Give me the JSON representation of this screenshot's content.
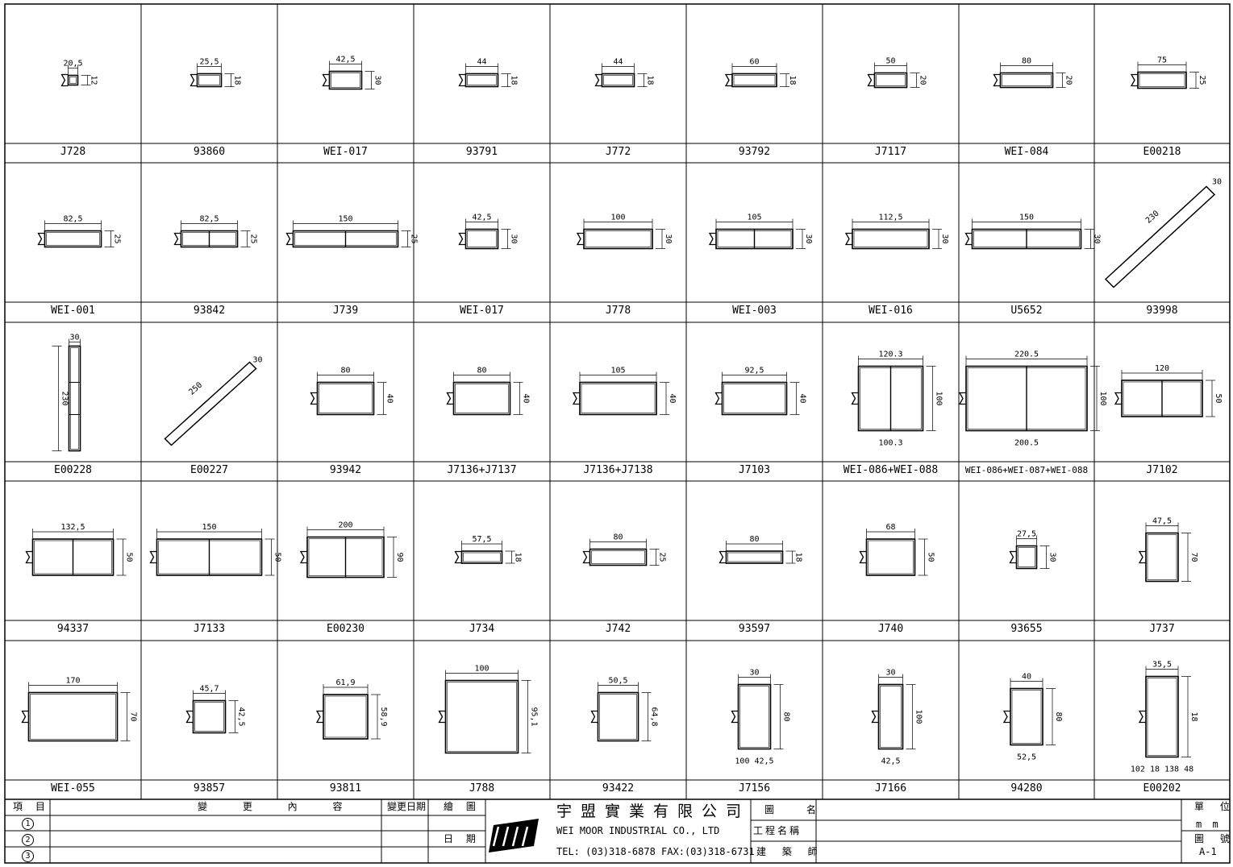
{
  "profiles": [
    [
      {
        "code": "J728",
        "dims": [
          "20,5",
          "12"
        ]
      },
      {
        "code": "93860",
        "dims": [
          "25,5",
          "18"
        ]
      },
      {
        "code": "WEI-017",
        "dims": [
          "42,5",
          "30"
        ]
      },
      {
        "code": "93791",
        "dims": [
          "44",
          "18"
        ]
      },
      {
        "code": "J772",
        "dims": [
          "44",
          "18"
        ]
      },
      {
        "code": "93792",
        "dims": [
          "60",
          "18"
        ]
      },
      {
        "code": "J7117",
        "dims": [
          "50",
          "20"
        ]
      },
      {
        "code": "WEI-084",
        "dims": [
          "80",
          "20"
        ]
      },
      {
        "code": "E00218",
        "dims": [
          "75",
          "25"
        ]
      }
    ],
    [
      {
        "code": "WEI-001",
        "dims": [
          "82,5",
          "25"
        ]
      },
      {
        "code": "93842",
        "dims": [
          "82,5",
          "25"
        ]
      },
      {
        "code": "J739",
        "dims": [
          "150",
          "25"
        ]
      },
      {
        "code": "WEI-017",
        "dims": [
          "42,5",
          "30"
        ]
      },
      {
        "code": "J778",
        "dims": [
          "100",
          "30"
        ]
      },
      {
        "code": "WEI-003",
        "dims": [
          "105",
          "30"
        ]
      },
      {
        "code": "WEI-016",
        "dims": [
          "112,5",
          "30"
        ]
      },
      {
        "code": "U5652",
        "dims": [
          "150",
          "30"
        ]
      },
      {
        "code": "93998",
        "dims": [
          "230",
          "30"
        ]
      }
    ],
    [
      {
        "code": "E00228",
        "dims": [
          "30",
          "230"
        ]
      },
      {
        "code": "E00227",
        "dims": [
          "250",
          "30"
        ]
      },
      {
        "code": "93942",
        "dims": [
          "80",
          "40"
        ]
      },
      {
        "code": "J7136+J7137",
        "dims": [
          "80",
          "40"
        ]
      },
      {
        "code": "J7136+J7138",
        "dims": [
          "105",
          "40"
        ]
      },
      {
        "code": "J7103",
        "dims": [
          "92,5",
          "40"
        ]
      },
      {
        "code": "WEI-086+WEI-088",
        "dims": [
          "120.3",
          "100",
          "100.3"
        ]
      },
      {
        "code": "WEI-086+WEI-087+WEI-088",
        "dims": [
          "220.5",
          "100",
          "200.5"
        ]
      },
      {
        "code": "J7102",
        "dims": [
          "120",
          "50"
        ]
      }
    ],
    [
      {
        "code": "94337",
        "dims": [
          "132,5",
          "50"
        ]
      },
      {
        "code": "J7133",
        "dims": [
          "150",
          "50"
        ]
      },
      {
        "code": "E00230",
        "dims": [
          "200",
          "90"
        ]
      },
      {
        "code": "J734",
        "dims": [
          "57,5",
          "18"
        ]
      },
      {
        "code": "J742",
        "dims": [
          "80",
          "25"
        ]
      },
      {
        "code": "93597",
        "dims": [
          "80",
          "18"
        ]
      },
      {
        "code": "J740",
        "dims": [
          "68",
          "50"
        ]
      },
      {
        "code": "93655",
        "dims": [
          "27,5",
          "30"
        ]
      },
      {
        "code": "J737",
        "dims": [
          "47,5",
          "70"
        ]
      }
    ],
    [
      {
        "code": "WEI-055",
        "dims": [
          "170",
          "70"
        ]
      },
      {
        "code": "93857",
        "dims": [
          "45,7",
          "42,5"
        ]
      },
      {
        "code": "93811",
        "dims": [
          "61,9",
          "58,9"
        ]
      },
      {
        "code": "J788",
        "dims": [
          "100",
          "95,1"
        ]
      },
      {
        "code": "93422",
        "dims": [
          "50,5",
          "64,8"
        ]
      },
      {
        "code": "J7156",
        "dims": [
          "30",
          "80",
          "100",
          "42,5"
        ]
      },
      {
        "code": "J7166",
        "dims": [
          "30",
          "100",
          "42,5"
        ]
      },
      {
        "code": "94280",
        "dims": [
          "40",
          "80",
          "52,5"
        ]
      },
      {
        "code": "E00202",
        "dims": [
          "35,5",
          "18",
          "102",
          "18",
          "138",
          "48"
        ]
      }
    ]
  ],
  "title_block": {
    "rev_header": {
      "item": "項 目",
      "content": "變 更 內 容",
      "date": "變更日期",
      "drawn": "繪 圖"
    },
    "rev_numbers": [
      "1",
      "2",
      "3"
    ],
    "date_label": "日 期",
    "company_cn": "宇盟實業有限公司",
    "company_en": "WEI MOOR INDUSTRIAL CO., LTD",
    "contact": "TEL: (03)318-6878   FAX:(03)318-6731",
    "drawing_name_label": "圖 名",
    "project_label": "工程名稱",
    "architect_label": "建 築 師",
    "unit_label": "單 位",
    "unit_value": "m m",
    "drawing_no_label": "圖 號",
    "drawing_no": "A-1"
  }
}
